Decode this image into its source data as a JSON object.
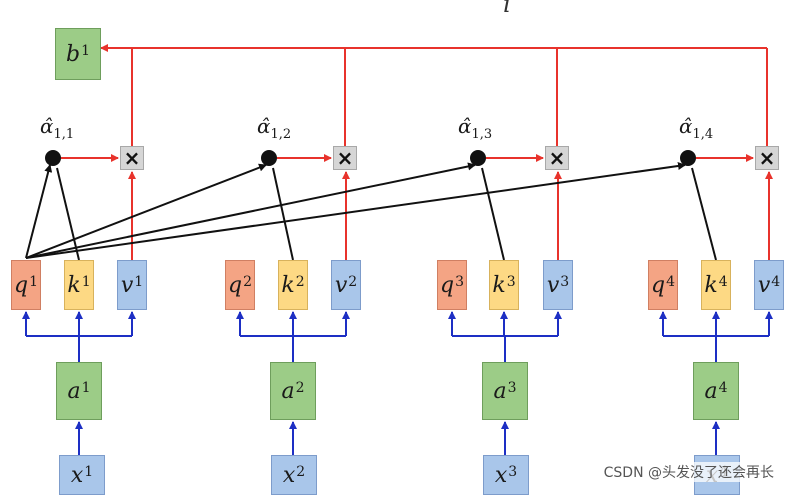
{
  "top_label": "i",
  "output": {
    "label": "b",
    "index": "1"
  },
  "multiply_symbol": "×",
  "alpha_symbol": "α̂",
  "alphas": [
    {
      "sub": "1,1"
    },
    {
      "sub": "1,2"
    },
    {
      "sub": "1,3"
    },
    {
      "sub": "1,4"
    }
  ],
  "groups": [
    {
      "q": "q",
      "k": "k",
      "v": "v",
      "a": "a",
      "x": "x",
      "index": "1"
    },
    {
      "q": "q",
      "k": "k",
      "v": "v",
      "a": "a",
      "x": "x",
      "index": "2"
    },
    {
      "q": "q",
      "k": "k",
      "v": "v",
      "a": "a",
      "x": "x",
      "index": "3"
    },
    {
      "q": "q",
      "k": "k",
      "v": "v",
      "a": "a",
      "x": "x",
      "index": "4"
    }
  ],
  "watermark": "CSDN @头发没了还会再长",
  "colors": {
    "red_arrow": "#e8332c",
    "blue_arrow": "#1d2fc4",
    "black_arrow": "#111111",
    "green_box": "#9ccc87",
    "orange_box": "#f4a484",
    "yellow_box": "#fdd984",
    "blue_box": "#a9c6ea"
  }
}
